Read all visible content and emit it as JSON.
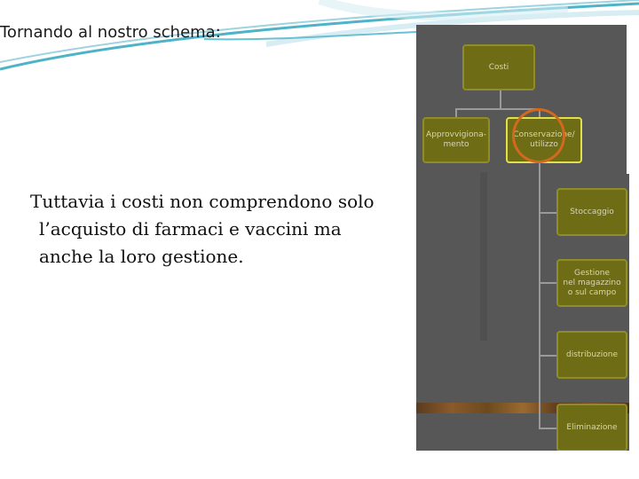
{
  "slide": {
    "title": "Tornando al nostro schema:",
    "body_lines": [
      "Tuttavia i costi non comprendono solo",
      "l’acquisto di farmaci e vaccini ma",
      "anche la loro gestione."
    ]
  },
  "diagram": {
    "root": "Costi",
    "level1": [
      "Approvvigiona-\nmento",
      "Conservazione/\nutilizzo"
    ],
    "level2": [
      "Stoccaggio",
      "Gestione\nnel magazzino\no sul campo",
      "distribuzione",
      "Eliminazione"
    ]
  },
  "colors": {
    "node_fill": "#6e6d16",
    "node_border": "#8e8d28",
    "diagram_bg": "#575757",
    "highlight": "#d2691e"
  }
}
